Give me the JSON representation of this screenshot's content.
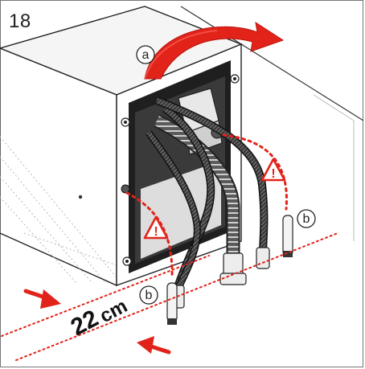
{
  "figure": {
    "step_number": "18",
    "callout_a": "a",
    "callout_b1": "b",
    "callout_b2": "b",
    "dimension_value": "22",
    "dimension_unit": "cm",
    "warning_symbol": "!"
  },
  "icons": {
    "rotate_arrow": "curved-arrow-right-icon",
    "warning": "warning-triangle-icon",
    "pointer": "arrow-right-icon"
  },
  "colors": {
    "accent": "#e2231a",
    "line": "#222222",
    "hose": "#2b2b2b",
    "gray": "#9a9a9a"
  }
}
